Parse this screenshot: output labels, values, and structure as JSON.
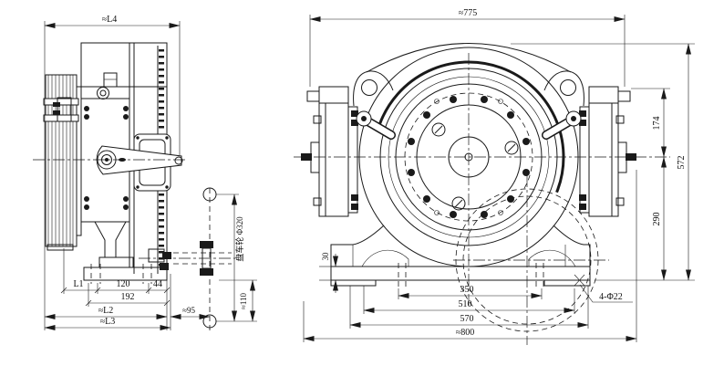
{
  "drawing": {
    "background": "#ffffff",
    "line_color": "#1a1a1a",
    "left_view": {
      "l4": "≈L4",
      "l1": "L1",
      "d120": "120",
      "d44": "44",
      "d192": "192",
      "l2": "≈L2",
      "d95": "≈95",
      "l3": "≈L3",
      "d110": "≈110",
      "sheave_label": "盘车轮 Φ320"
    },
    "front_view": {
      "d775": "≈775",
      "d174": "174",
      "d572": "572",
      "d290": "290",
      "d30": "30",
      "d350": "350",
      "d510": "510",
      "d570": "570",
      "d800": "≈800",
      "holes": "4-Φ22"
    }
  }
}
